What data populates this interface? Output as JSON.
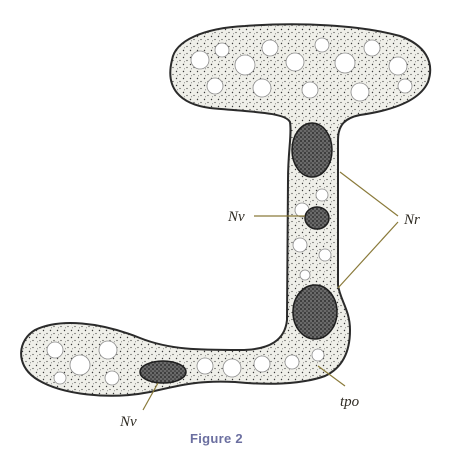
{
  "figure": {
    "labels": {
      "nv_top": "Nv",
      "nr": "Nr",
      "nv_bottom": "Nv",
      "tpo": "tpo"
    },
    "caption": "Figure 2",
    "colors": {
      "outline": "#2b2b2b",
      "stipple": "#3a3a3a",
      "leader": "#8a7a3a",
      "caption": "#6b6fa0"
    }
  }
}
